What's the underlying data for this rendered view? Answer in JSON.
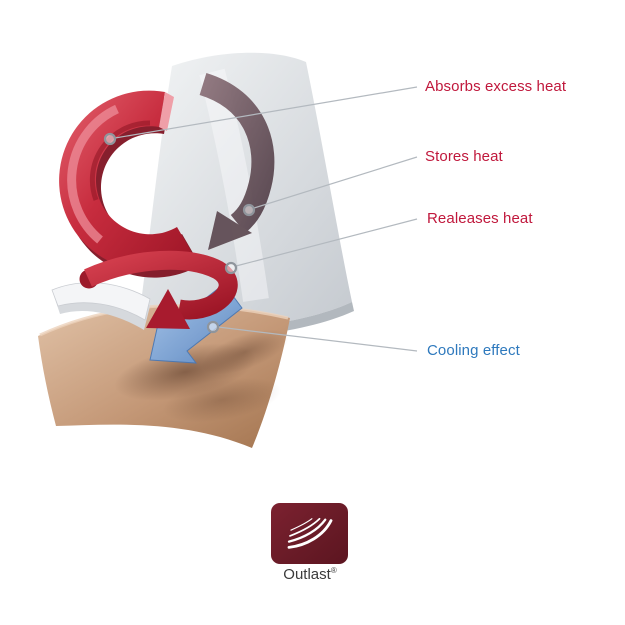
{
  "diagram": {
    "callouts": [
      {
        "id": "absorbs",
        "label": "Absorbs excess heat",
        "color": "#c0183c"
      },
      {
        "id": "stores",
        "label": "Stores heat",
        "color": "#c0183c"
      },
      {
        "id": "releases",
        "label": "Realeases heat",
        "color": "#c0183c"
      },
      {
        "id": "cooling",
        "label": "Cooling effect",
        "color": "#2e79bd"
      }
    ],
    "illustration_parts": [
      "fabric-sheet",
      "heat-cycle-ring-arrow",
      "stored-heat-arrow",
      "heat-release-arrow",
      "cooling-arrow",
      "skin-layer",
      "fiber-ribbon"
    ]
  },
  "logo": {
    "wordmark": "Outlast",
    "registered_mark": "®",
    "badge_color": "#6d1d2a",
    "icon": "outlast-swoosh-icon"
  }
}
